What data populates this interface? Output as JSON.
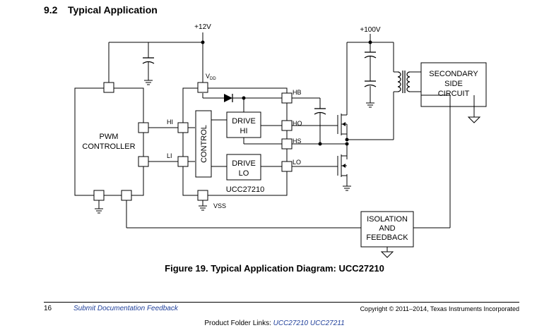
{
  "section": {
    "number": "9.2",
    "title": "Typical Application"
  },
  "diagram": {
    "supply_12v": "+12V",
    "supply_100v": "+100V",
    "vdd": "V",
    "vdd_sub": "DD",
    "vss": "VSS",
    "pwm_line1": "PWM",
    "pwm_line2": "CONTROLLER",
    "hi_pin": "HI",
    "li_pin": "LI",
    "control": "CONTROL",
    "drive_hi_line1": "DRIVE",
    "drive_hi_line2": "HI",
    "drive_lo_line1": "DRIVE",
    "drive_lo_line2": "LO",
    "hb_pin": "HB",
    "ho_pin": "HO",
    "hs_pin": "HS",
    "lo_pin": "LO",
    "chip_name": "UCC27210",
    "secondary_line1": "SECONDARY",
    "secondary_line2": "SIDE",
    "secondary_line3": "CIRCUIT",
    "isolation_line1": "ISOLATION",
    "isolation_line2": "AND",
    "isolation_line3": "FEEDBACK"
  },
  "caption": "Figure 19.  Typical Application Diagram: UCC27210",
  "footer": {
    "page_number": "16",
    "feedback_link": "Submit Documentation Feedback",
    "copyright": "Copyright © 2011–2014, Texas Instruments Incorporated",
    "folder_label": "Product Folder Links:",
    "link1": "UCC27210",
    "link2": "UCC27211"
  }
}
